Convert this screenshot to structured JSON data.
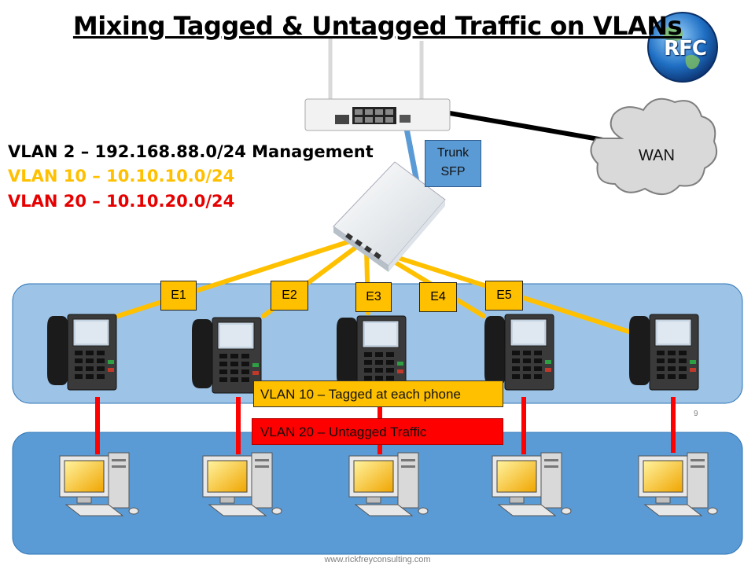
{
  "title": "Mixing Tagged & Untagged Traffic on VLANs",
  "logo_text": "RFC",
  "vlans": [
    {
      "label": "VLAN 2 – 192.168.88.0/24 Management",
      "color": "#000000"
    },
    {
      "label": "VLAN 10 – 10.10.10.0/24",
      "color": "#ffc000"
    },
    {
      "label": "VLAN 20 – 10.10.20.0/24",
      "color": "#e60000"
    }
  ],
  "trunk": {
    "line1": "Trunk",
    "line2": "SFP"
  },
  "wan_label": "WAN",
  "ports": [
    "E1",
    "E2",
    "E3",
    "E4",
    "E5"
  ],
  "tagged_label": "VLAN 10 – Tagged  at each phone",
  "untagged_label": "VLAN 20 – Untagged Traffic",
  "page_number": "9",
  "website": "www.rickfreyconsulting.com",
  "colors": {
    "tagged": "#ffc000",
    "untagged": "#ff0000",
    "trunk": "#5b9bd5",
    "phone_panel": "#9dc3e6",
    "pc_panel": "#5b9bd5"
  }
}
